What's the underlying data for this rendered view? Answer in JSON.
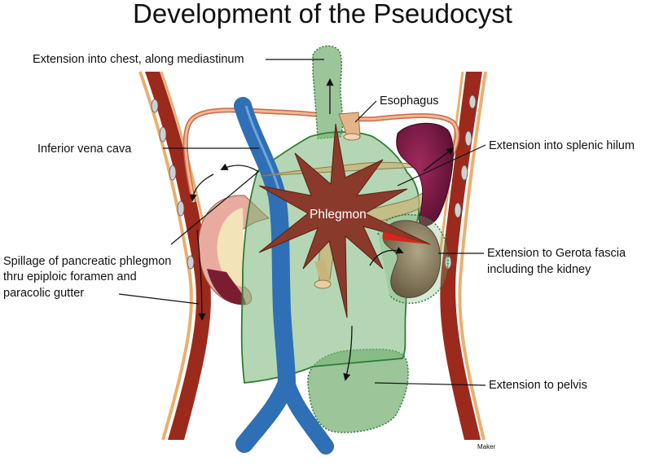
{
  "title": "Development of the Pseudocyst",
  "labels": {
    "chest": "Extension into chest, along mediastinum",
    "esophagus": "Esophagus",
    "ivc": "Inferior vena cava",
    "splenic": "Extension into splenic hilum",
    "phlegmon": "Phlegmon",
    "spillage_line1": "Spillage of pancreatic phlegmon",
    "spillage_line2": "thru epiploic foramen and",
    "spillage_line3": "paracolic gutter",
    "gerota_line1": "Extension to Gerota fascia",
    "gerota_line2": "including the kidney",
    "pelvis": "Extension to pelvis",
    "maker": "Maker"
  },
  "colors": {
    "muscle_red": "#9b2a1c",
    "muscle_tan": "#e8b070",
    "vein_blue": "#2f6fb5",
    "phlegmon": "#8a3a2a",
    "cyst_green": "#9cc59a",
    "cyst_outline": "#2e7d32",
    "spleen": "#7a1240",
    "kidney": "#6b3a2e",
    "liver_pink": "#e9aaa0",
    "pancreas": "#c9b47a",
    "esophagus": "#e6b48a"
  }
}
